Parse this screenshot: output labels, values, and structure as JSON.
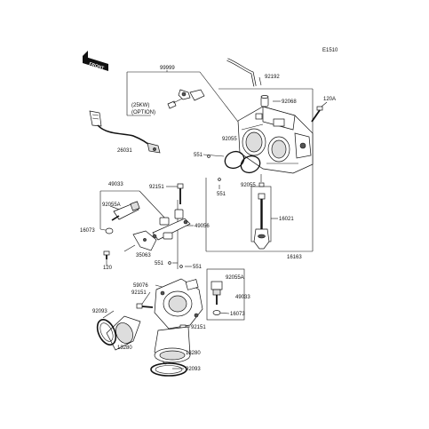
{
  "diagram": {
    "ref_code": "E1510",
    "front_marker": "FRONT",
    "callouts": {
      "c99999": "99999",
      "c25kw_line1": "(25KW)",
      "c25kw_line2": "(OPTION)",
      "c26031": "26031",
      "c92192": "92192",
      "c92068": "92068",
      "c120a": "120A",
      "c92055_top": "92055",
      "c551_top": "551",
      "c92055_mid": "92055",
      "c551_mid": "551",
      "c16021": "16021",
      "c16163": "16163",
      "c49033_top": "49033",
      "c92055a_top": "92055A",
      "c16073_top": "16073",
      "c92151_top": "92151",
      "c49056": "49056",
      "c35063": "35063",
      "c120": "120",
      "c551_a": "551",
      "c551_b": "551",
      "c92055a_bot": "92055A",
      "c59076": "59076",
      "c92151_mid": "92151",
      "c49033_bot": "49033",
      "c92093_left": "92093",
      "c16073_bot": "16073",
      "c92151_bot": "92151",
      "c13280_left": "13280",
      "c13280_right": "13280",
      "c92093_right": "92093"
    }
  }
}
